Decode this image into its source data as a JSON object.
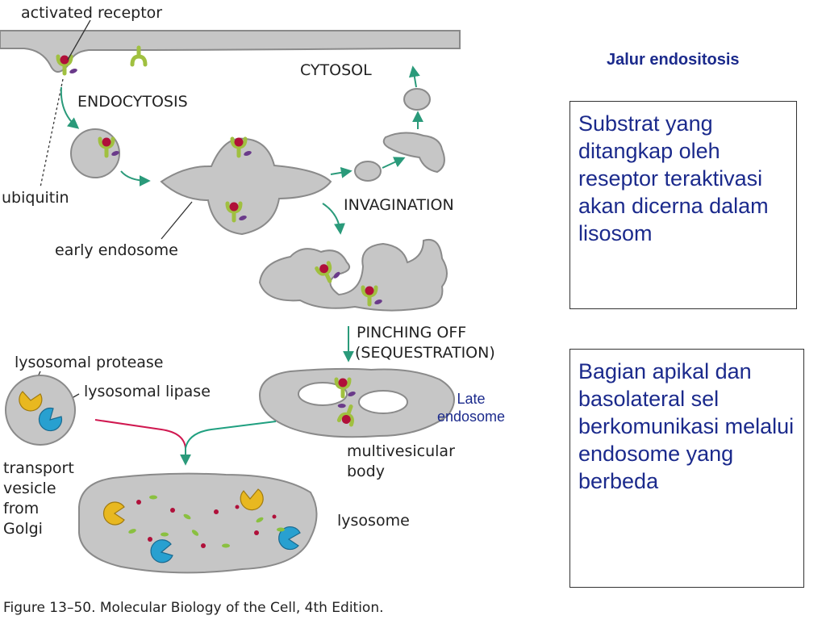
{
  "slide": {
    "title": "Jalur endositosis",
    "note1": "Substrat yang ditangkap oleh reseptor teraktivasi akan dicerna dalam lisosom",
    "note2": "Bagian apikal dan basolateral sel berkomunikasi melalui endosome yang berbeda"
  },
  "diagram": {
    "labels": {
      "activated_receptor": "activated receptor",
      "cytosol": "CYTOSOL",
      "endocytosis": "ENDOCYTOSIS",
      "ubiquitin": "ubiquitin",
      "invagination": "INVAGINATION",
      "early_endosome": "early endosome",
      "pinching_off": "PINCHING OFF",
      "sequestration": "(SEQUESTRATION)",
      "lysosomal_protease": "lysosomal protease",
      "lysosomal_lipase": "lysosomal lipase",
      "late_line1": "Late",
      "late_line2": "endosome",
      "multivesicular_line1": "multivesicular",
      "multivesicular_line2": "body",
      "transport_line1": "transport",
      "transport_line2": "vesicle",
      "transport_line3": "from",
      "transport_line4": "Golgi",
      "lysosome": "lysosome",
      "caption": "Figure 13–50. Molecular Biology of the Cell, 4th Edition."
    },
    "colors": {
      "membrane": "#c6c6c6",
      "membrane_edge": "#8a8a8a",
      "arrow": "#2a9a7a",
      "receptor": "#a0c040",
      "ligand": "#b0103a",
      "ubiquitin": "#6a3a8a",
      "protease": "#e8b820",
      "lipase": "#28a0d0",
      "red_line": "#d01850",
      "green_line": "#20a080",
      "text_blue": "#1b2a8c"
    }
  }
}
